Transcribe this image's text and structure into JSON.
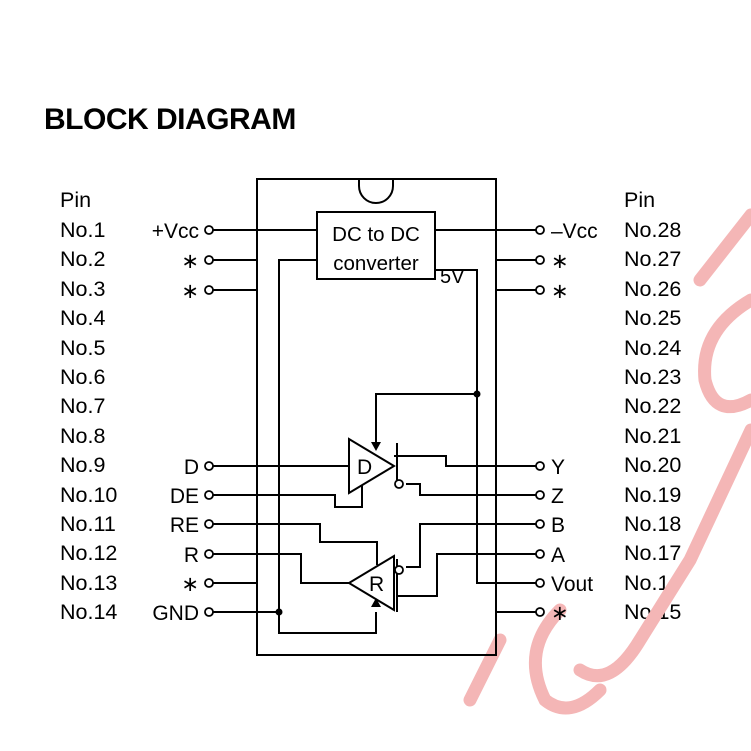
{
  "title": "BLOCK DIAGRAM",
  "left_header": "Pin",
  "right_header": "Pin",
  "left_pins": [
    {
      "no": "No.1",
      "signal": "+Vcc"
    },
    {
      "no": "No.2",
      "signal": "∗"
    },
    {
      "no": "No.3",
      "signal": "∗"
    },
    {
      "no": "No.4",
      "signal": ""
    },
    {
      "no": "No.5",
      "signal": ""
    },
    {
      "no": "No.6",
      "signal": ""
    },
    {
      "no": "No.7",
      "signal": ""
    },
    {
      "no": "No.8",
      "signal": ""
    },
    {
      "no": "No.9",
      "signal": "D"
    },
    {
      "no": "No.10",
      "signal": "DE"
    },
    {
      "no": "No.11",
      "signal": "RE"
    },
    {
      "no": "No.12",
      "signal": "R"
    },
    {
      "no": "No.13",
      "signal": "∗"
    },
    {
      "no": "No.14",
      "signal": "GND"
    }
  ],
  "right_pins": [
    {
      "no": "No.28",
      "signal": "–Vcc"
    },
    {
      "no": "No.27",
      "signal": "∗"
    },
    {
      "no": "No.26",
      "signal": "∗"
    },
    {
      "no": "No.25",
      "signal": ""
    },
    {
      "no": "No.24",
      "signal": ""
    },
    {
      "no": "No.23",
      "signal": ""
    },
    {
      "no": "No.22",
      "signal": ""
    },
    {
      "no": "No.21",
      "signal": ""
    },
    {
      "no": "No.20",
      "signal": "Y"
    },
    {
      "no": "No.19",
      "signal": "Z"
    },
    {
      "no": "No.18",
      "signal": "B"
    },
    {
      "no": "No.17",
      "signal": "A"
    },
    {
      "no": "No.16",
      "signal": "Vout"
    },
    {
      "no": "No.15",
      "signal": "∗"
    }
  ],
  "converter": {
    "line1": "DC to DC",
    "line2": "converter"
  },
  "voltage_label": "5V",
  "driver_label": "D",
  "receiver_label": "R",
  "watermark_color": "#f4b6b6",
  "line_color": "#000000"
}
